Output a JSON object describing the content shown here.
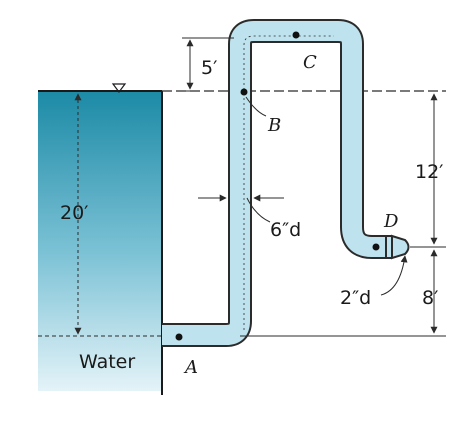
{
  "labels": {
    "point_a": "A",
    "point_b": "B",
    "point_c": "C",
    "point_d": "D",
    "dim_5ft": "5′",
    "dim_20ft": "20′",
    "dim_12ft": "12′",
    "dim_8ft": "8′",
    "pipe_diameter": "6″d",
    "nozzle_diameter": "2″d",
    "water": "Water"
  },
  "colors": {
    "water_top": "#1c8aa6",
    "water_bottom": "#e4f3f8",
    "pipe_fill": "#bfe3ee",
    "outline": "#2b2b2b"
  }
}
